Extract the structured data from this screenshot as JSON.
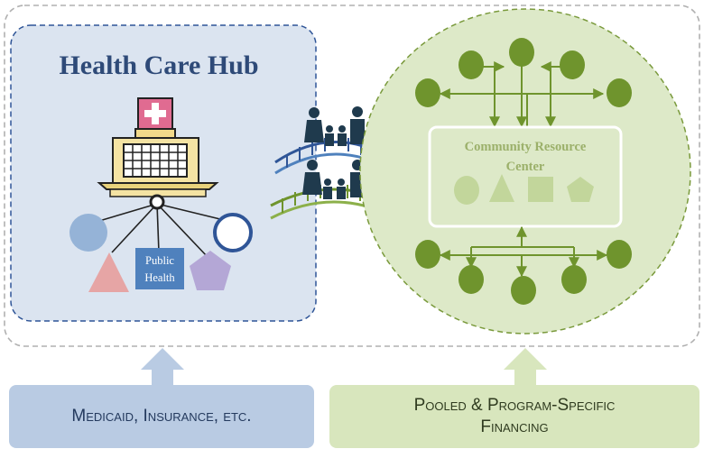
{
  "hub": {
    "title": "Health Care Hub",
    "public_health_line1": "Public",
    "public_health_line2": "Health"
  },
  "community": {
    "center_line1": "Community Resource",
    "center_line2": "Center"
  },
  "funding": {
    "left_label": "Medicaid, Insurance, etc.",
    "right_line1": "Pooled & Program-Specific",
    "right_line2": "Financing"
  },
  "colors": {
    "hub_fill": "#dbe4f0",
    "hub_border": "#2f5597",
    "community_fill": "#dde9c8",
    "community_border": "#7a9a3c",
    "node_green": "#6f942d",
    "blue_shape": "#95b3d7",
    "pink_shape": "#e6a5a5",
    "purple_shape": "#b4a7d6",
    "public_health_box": "#4f81bd",
    "left_funding": "#b9cbe3",
    "right_funding": "#d8e6bd"
  },
  "icons": [
    "hospital-icon",
    "family-icon",
    "bridge-icon"
  ]
}
